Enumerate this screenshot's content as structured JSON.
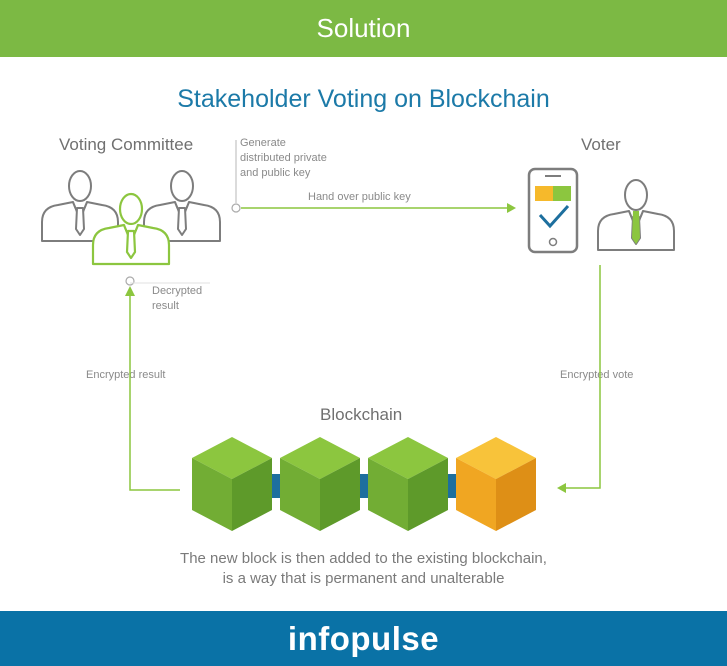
{
  "banner": {
    "label": "Solution",
    "color": "#7cb944"
  },
  "title": {
    "text": "Stakeholder Voting on Blockchain",
    "color": "#1c7aa8"
  },
  "committee": {
    "heading": "Voting Committee"
  },
  "voter": {
    "heading": "Voter"
  },
  "blockchain": {
    "heading": "Blockchain",
    "blocks": [
      "green",
      "green",
      "green",
      "yellow"
    ]
  },
  "notes": {
    "generate_line1": "Generate",
    "generate_line2": "distributed private",
    "generate_line3": "and public key",
    "handover": "Hand over public key",
    "decrypted_line1": "Decrypted",
    "decrypted_line2": "result",
    "encrypted_result": "Encrypted result",
    "encrypted_vote": "Encrypted vote"
  },
  "caption": {
    "line1": "The new block is then added to the existing blockchain,",
    "line2": "is a way that is permanent and unalterable"
  },
  "footer": {
    "brand": "infopulse",
    "color": "#0a72a6"
  },
  "colors": {
    "green_line": "#8cc63f",
    "gray_icon": "#7d7d7d",
    "connector": "#1d6f9e",
    "block_yellow": "#f6b92b"
  },
  "icons": [
    "person-icon",
    "highlighted-person-icon",
    "phone-icon",
    "checkmark-icon",
    "cube-icon"
  ]
}
